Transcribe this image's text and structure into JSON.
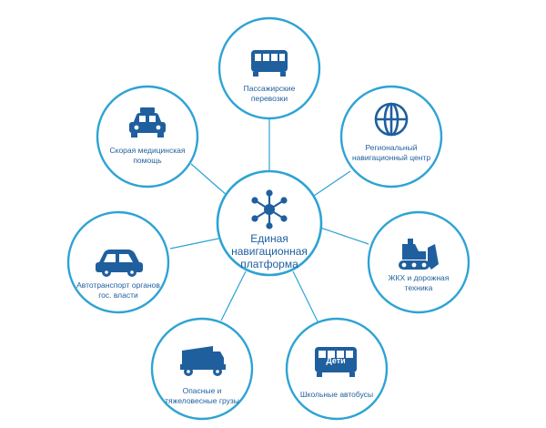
{
  "colors": {
    "accent": "#2ea3d4",
    "icon": "#1f5f9e",
    "text": "#1f5f9e"
  },
  "hub": {
    "label": "Единая\nнавигационная\nплатформа",
    "icon": "network-hub-icon"
  },
  "nodes": [
    {
      "id": "passenger",
      "label": "Пассажирские\nперевозки",
      "icon": "bus-icon"
    },
    {
      "id": "regional",
      "label": "Региональный\nнавигационный центр",
      "icon": "globe-icon"
    },
    {
      "id": "utilities",
      "label": "ЖКХ и дорожная\nтехника",
      "icon": "bulldozer-icon"
    },
    {
      "id": "school",
      "label": "Школьные автобусы",
      "icon": "school-bus-icon",
      "badge": "Дети"
    },
    {
      "id": "cargo",
      "label": "Опасные и\nтяжеловесные грузы",
      "icon": "truck-icon"
    },
    {
      "id": "government",
      "label": "Автотранспорт органов\nгос. власти",
      "icon": "car-icon"
    },
    {
      "id": "ambulance",
      "label": "Скорая медицинская\nпомощь",
      "icon": "taxi-icon"
    }
  ]
}
